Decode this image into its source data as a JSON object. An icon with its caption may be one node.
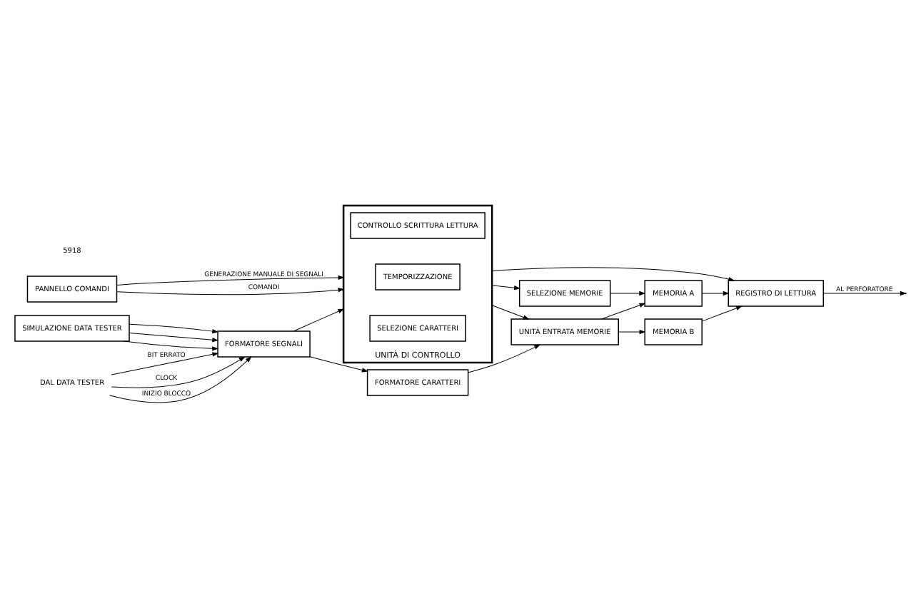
{
  "diagram": {
    "nodes": [
      {
        "text": [
          "DAL DATA TESTER"
        ]
      },
      {
        "text": [
          "SIMULAZIONE DATA TESTER"
        ]
      },
      {
        "text": [
          "FORMATORE SEGNALI"
        ]
      },
      {
        "text": [
          "PANNELLO COMANDI"
        ]
      },
      {
        "text": [
          "UNITÀ DI CONTROLLO"
        ]
      },
      {
        "text": [
          "SELEZIONE CARATTERI"
        ],
        "in": 4
      },
      {
        "text": [
          "TEMPORIZZAZIONE"
        ],
        "in": 4
      },
      {
        "text": [
          "CONTROLLO SCRITTURA LETTURA"
        ],
        "in": 4
      },
      {
        "text": [
          "SELEZIONE MEMORIE"
        ]
      },
      {
        "text": [
          "FORMATORE CARATTERI"
        ]
      },
      {
        "text": [
          "UNITÀ ENTRATA MEMORIE"
        ]
      },
      {
        "text": [
          "MEMORIA A"
        ]
      },
      {
        "text": [
          "MEMORIA B"
        ]
      },
      {
        "text": [
          "REGISTRO DI LETTURA"
        ]
      }
    ],
    "edges": [
      {
        "from": 0,
        "to": 2,
        "arrow": "to",
        "label": "CLOCK"
      },
      {
        "from": 0,
        "to": 2,
        "arrow": "to",
        "label": "INIZIO BLOCCO"
      },
      {
        "from": 0,
        "to": 2,
        "arrow": "to",
        "label": "BIT ERRATO"
      },
      {
        "from": 1,
        "to": 2,
        "arrow": "to"
      },
      {
        "from": 1,
        "to": 2,
        "arrow": "to"
      },
      {
        "from": 1,
        "to": 2,
        "arrow": "to"
      },
      {
        "from": 2,
        "to": 4,
        "arrow": "to"
      },
      {
        "from": 2,
        "to": 9,
        "arrow": "to"
      },
      {
        "from": 3,
        "to": 4,
        "arrow": "to",
        "label": "GENERAZIONE MANUALE DI SEGNALI"
      },
      {
        "from": 3,
        "to": 4,
        "arrow": "to",
        "label": "COMANDI"
      },
      {
        "from": 9,
        "to": 10,
        "arrow": "to"
      },
      {
        "from": 4,
        "to": 10,
        "arrow": "to"
      },
      {
        "from": 4,
        "to": 8,
        "arrow": "to"
      },
      {
        "from": 8,
        "to": 11,
        "arrow": "to"
      },
      {
        "from": 10,
        "to": 11,
        "arrow": "to"
      },
      {
        "from": 10,
        "to": 12,
        "arrow": "to"
      },
      {
        "from": 4,
        "to": 13,
        "arrow": "to"
      },
      {
        "from": 11,
        "to": 13,
        "arrow": "to"
      },
      {
        "from": 12,
        "to": 13,
        "arrow": "to"
      },
      {
        "from": 13,
        "to": null,
        "arrow": "to",
        "label": "AL PERFORATORE"
      }
    ],
    "labels": [
      "5918"
    ]
  }
}
